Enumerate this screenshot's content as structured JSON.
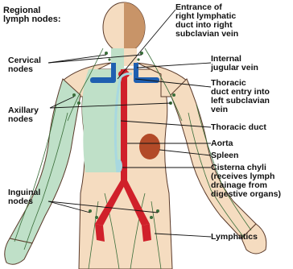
{
  "title_lines": [
    "Regional",
    "lymph nodes:"
  ],
  "left_labels": {
    "cervical": [
      "Cervical",
      "nodes"
    ],
    "axillary": [
      "Axillary",
      "nodes"
    ],
    "inguinal": [
      "Inguinal",
      "nodes"
    ]
  },
  "right_labels": {
    "entrance": [
      "Entrance of",
      "right lymphatic",
      "duct into right",
      "subclavian vein"
    ],
    "internal_jugular": [
      "Internal",
      "jugular vein"
    ],
    "thoracic_entry": [
      "Thoracic",
      "duct entry into",
      "left subclavian",
      "vein"
    ],
    "thoracic_duct": [
      "Thoracic duct"
    ],
    "aorta": [
      "Aorta"
    ],
    "spleen": [
      "Spleen"
    ],
    "cisterna": [
      "Cisterna chyli",
      "(receives lymph",
      "drainage from",
      "digestive organs)"
    ],
    "lymphatics": [
      "Lymphatics"
    ]
  },
  "colors": {
    "skin": "#f5dcc0",
    "drained_region": "#bfe0c8",
    "right_head": "#c89468",
    "artery": "#d0202a",
    "vein": "#1f5fb0",
    "duct": "#a8d8e0",
    "spleen": "#b24a28",
    "outline": "#5a3a2a",
    "lymph": "#3a6e3a"
  }
}
